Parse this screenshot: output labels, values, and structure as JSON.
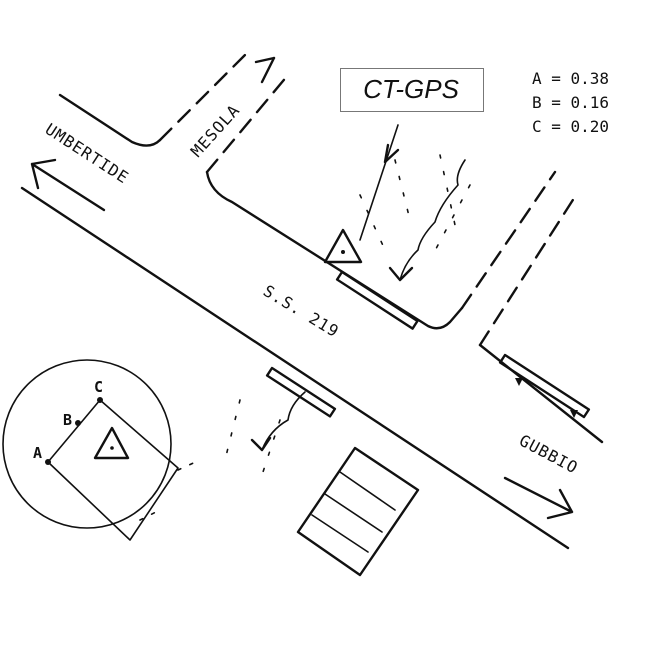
{
  "title": "CT-GPS",
  "roads": {
    "main": "S.S. 219",
    "umbertide": "UMBERTIDE",
    "mesola": "MESOLA",
    "gubbio": "GUBBIO"
  },
  "legend": [
    {
      "label": "A = 0.38"
    },
    {
      "label": "B = 0.16"
    },
    {
      "label": "C = 0.20"
    }
  ],
  "points": {
    "a": "A",
    "b": "B",
    "c": "C"
  },
  "icons": [
    "gps-station-triangle-icon",
    "hatched-building",
    "direction-arrow-icon",
    "stream-line"
  ]
}
